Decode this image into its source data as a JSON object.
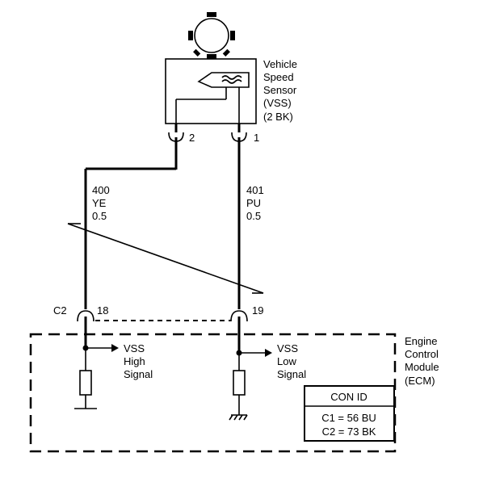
{
  "sensor": {
    "line1": "Vehicle",
    "line2": "Speed",
    "line3": "Sensor",
    "line4": "(VSS)",
    "line5": "(2 BK)",
    "pin_left": "2",
    "pin_right": "1"
  },
  "wires": {
    "left": {
      "circuit": "400",
      "color": "YE",
      "gauge": "0.5"
    },
    "right": {
      "circuit": "401",
      "color": "PU",
      "gauge": "0.5"
    }
  },
  "ecm_connector": {
    "name": "C2",
    "pin_left": "18",
    "pin_right": "19"
  },
  "signals": {
    "high": {
      "line1": "VSS",
      "line2": "High",
      "line3": "Signal"
    },
    "low": {
      "line1": "VSS",
      "line2": "Low",
      "line3": "Signal"
    }
  },
  "ecm": {
    "line1": "Engine",
    "line2": "Control",
    "line3": "Module",
    "line4": "(ECM)"
  },
  "con_id": {
    "title": "CON ID",
    "row1": "C1 = 56 BU",
    "row2": "C2 = 73 BK"
  }
}
